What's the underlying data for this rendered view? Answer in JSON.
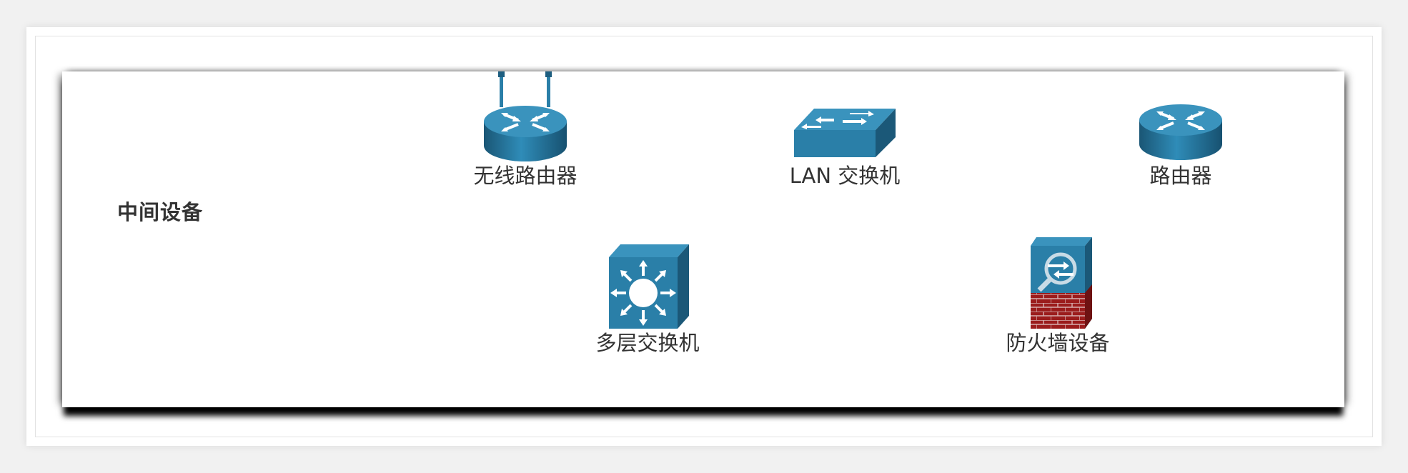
{
  "section": {
    "title": "中间设备"
  },
  "devices": [
    {
      "label": "无线路由器",
      "icon": "wireless-router-icon"
    },
    {
      "label": "LAN 交换机",
      "icon": "lan-switch-icon"
    },
    {
      "label": "路由器",
      "icon": "router-icon"
    },
    {
      "label": "多层交换机",
      "icon": "multilayer-switch-icon"
    },
    {
      "label": "防火墙设备",
      "icon": "firewall-icon"
    }
  ],
  "colors": {
    "device_blue": "#2a7fa8",
    "device_dark": "#1d5e80",
    "firewall_brick": "#9b1c1c",
    "text": "#333333"
  }
}
